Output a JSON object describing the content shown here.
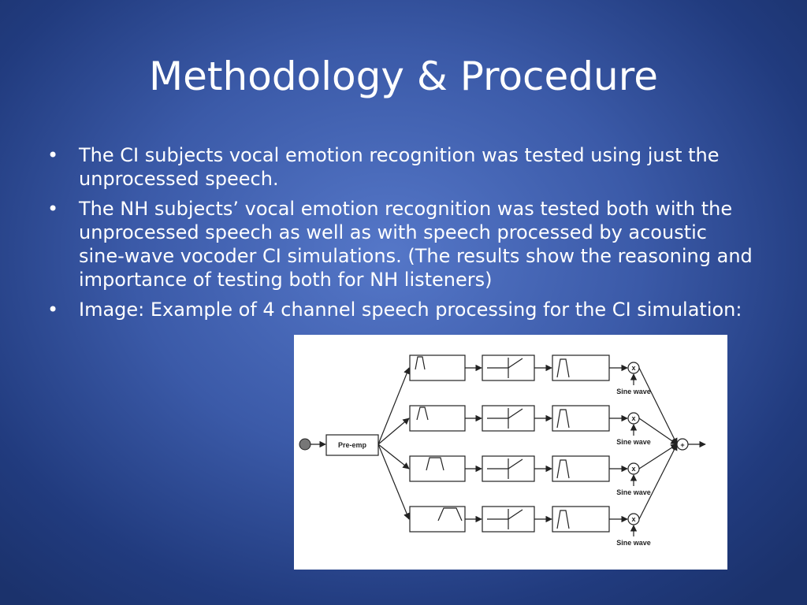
{
  "slide": {
    "title": "Methodology & Procedure",
    "bullets": [
      {
        "text": "The CI subjects vocal emotion recognition was tested using just the unprocessed speech."
      },
      {
        "text": "The NH subjects’ vocal emotion recognition was tested both with the unprocessed speech as well as with speech processed by acoustic sine-wave vocoder CI simulations. (The results show the reasoning and importance of testing both for NH listeners)"
      },
      {
        "text": "Image: Example of 4 channel speech processing for the CI simulation:"
      }
    ],
    "bullet_symbol": "•"
  },
  "diagram": {
    "preemp_label": "Pre-emp",
    "sine_wave_label": "Sine wave",
    "multiply_symbol": "x",
    "sum_symbol": "+",
    "channels": 4
  },
  "colors": {
    "background_center": "#5577c8",
    "background_edge": "#1b326c",
    "text": "#ffffff"
  }
}
